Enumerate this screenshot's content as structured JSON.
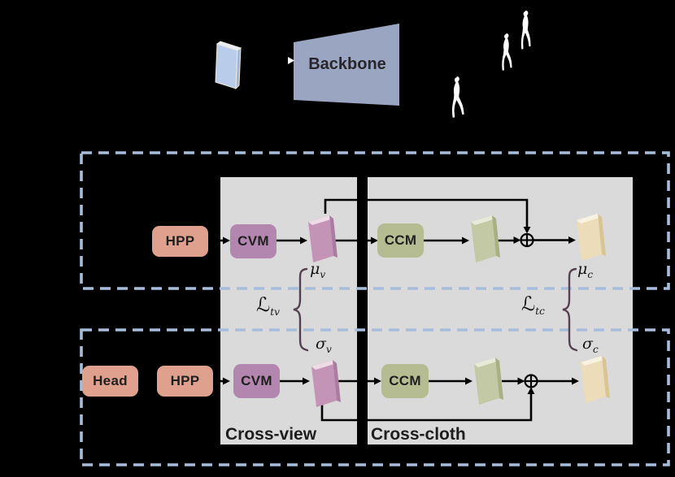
{
  "figure": {
    "backbone_label": "Backbone",
    "cross_view_label": "Cross-view",
    "cross_cloth_label": "Cross-cloth"
  },
  "modules": {
    "hpp_top": "HPP",
    "cvm_top": "CVM",
    "ccm_top": "CCM",
    "head": "Head",
    "hpp_bottom": "HPP",
    "cvm_bottom": "CVM",
    "ccm_bottom": "CCM"
  },
  "math": {
    "mu_v": {
      "base": "μ",
      "sub": "v"
    },
    "sigma_v": {
      "base": "σ",
      "sub": "v"
    },
    "loss_tv": {
      "base": "ℒ",
      "sub": "tv"
    },
    "mu_c": {
      "base": "μ",
      "sub": "c"
    },
    "sigma_c": {
      "base": "σ",
      "sub": "c"
    },
    "loss_tc": {
      "base": "ℒ",
      "sub": "tc"
    }
  },
  "icons": {
    "fusion_node_top": "circled-plus",
    "fusion_node_bottom": "circled-plus",
    "pedestrians": "walking-person-silhouette",
    "feature_maps": "3d-slab"
  },
  "colors": {
    "background": "#000000",
    "panel_gray": "#dadada",
    "dashed_border": "#a8bdda",
    "backbone_fill": "#9aa5c1",
    "module_salmon": "#dfa18d",
    "module_purple": "#b286ae",
    "module_olive": "#b5bc92",
    "slab_blue": "#b9cdeb",
    "slab_mauve": "#c494b6",
    "slab_green": "#c3c9a4",
    "slab_tan": "#ecdcba",
    "brace": "#55404f",
    "line": "#000000",
    "silhouette": "#ffffff"
  }
}
